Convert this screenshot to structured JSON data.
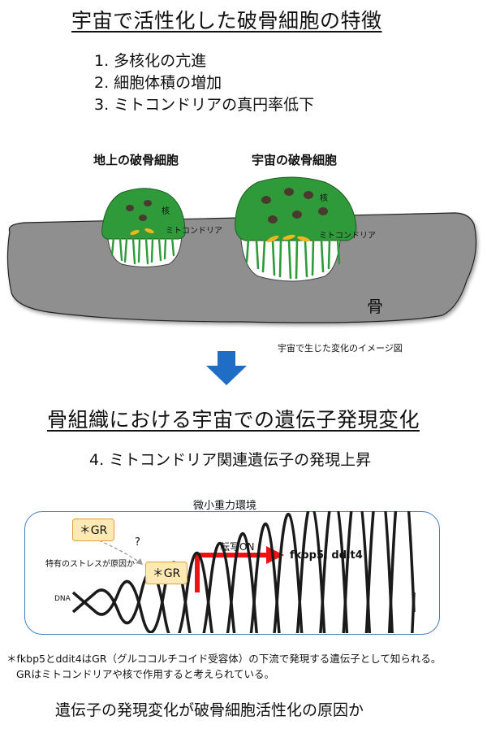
{
  "title_top": "宇宙で活性化した破骨細胞の特徴",
  "features": [
    "1. 多核化の亢進",
    "2. 細胞体積の増加",
    "3. ミトコンドリアの真円率低下"
  ],
  "cell_left": {
    "label": "地上の破骨細胞",
    "nucleus": "核",
    "mito": "ミトコンドリア"
  },
  "cell_right": {
    "label": "宇宙の破骨細胞",
    "nucleus": "核",
    "mito": "ミトコンドリア"
  },
  "bone_label": "骨",
  "image_caption": "宇宙で生じた変化のイメージ図",
  "title_mid": "骨組織における宇宙での遺伝子発現変化",
  "feature4": "4. ミトコンドリア関連遺伝子の発現上昇",
  "env_label": "微小重力環境",
  "gr_label": "＊GR",
  "question": "?",
  "stress_label": "特有のストレスが原因か",
  "transcription": "転写ON",
  "genes": "fkbp5, ddit4",
  "dna_label": "DNA",
  "footnote_1": "＊fkbp5とddit4はGR（グルココルチコイド受容体）の下流で発現する遺伝子として知られる。",
  "footnote_2": "GRはミトコンドリアや核で作用すると考えられている。",
  "conclusion": "遺伝子の発現変化が破骨細胞活性化の原因か",
  "colors": {
    "bone": "#8f8f8f",
    "cell": "#2f9a3a",
    "mito": "#f2b61c",
    "arrow_blue": "#1f6dc4",
    "arrow_red": "#ee1111",
    "env_border": "#3e7dc2",
    "gr_fill": "#fde9b3"
  }
}
